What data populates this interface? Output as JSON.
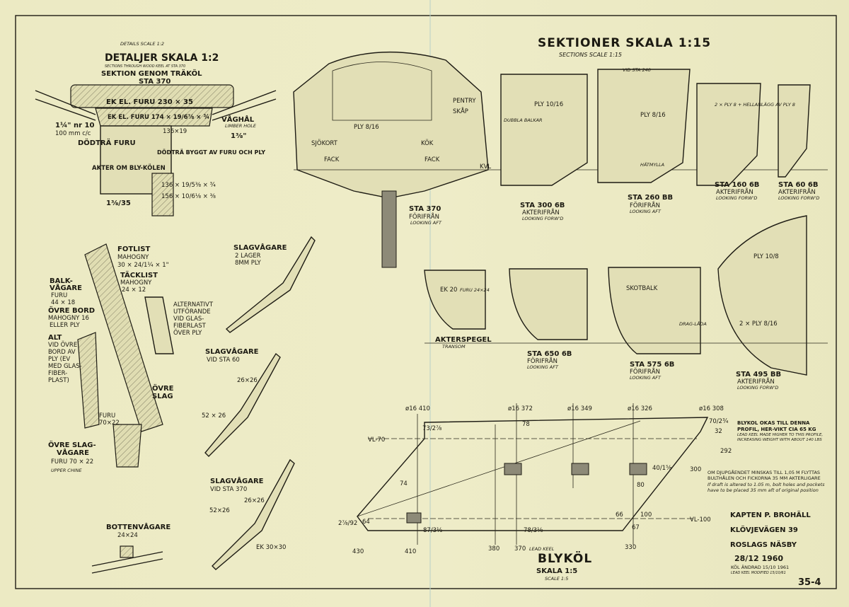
{
  "details": {
    "subtitle_en": "DETAILS  SCALE 1:2",
    "title": "DETALJER SKALA 1:2",
    "note_en": "SECTIONS THROUGH WOOD KEEL AT STA 370",
    "section_title": "SEKTION GENOM TRÄKÖL",
    "station": "STA 370",
    "labels": [
      "EK EL. FURU  230 × 35",
      "EK EL. FURU  174 × 19/6⅞ × ¾",
      "DÖDTRÄ FURU",
      "DÖDTRÄ BYGGT AV FURU OCH PLY",
      "VÅGHÅL",
      "LIMBER HOLE",
      "1¼\" nr 10",
      "100 mm c/c",
      "1⅜\"",
      "AKTER OM BLY-KÖLEN",
      "136 × 19/5⅜ × ¾",
      "156 × 10/6⅛ × ⅜",
      "1⅜/35",
      "136×19"
    ]
  },
  "sections": {
    "title": "SEKTIONER SKALA 1:15",
    "subtitle_en": "SECTIONS SCALE 1:15",
    "stations": [
      {
        "name": "STA 370",
        "view": "FÖRIFRÅN",
        "view_en": "LOOKING AFT"
      },
      {
        "name": "STA 300 6B",
        "view": "AKTERIFRÅN",
        "view_en": "LOOKING FORW'D"
      },
      {
        "name": "STA 260 BB",
        "view": "FÖRIFRÅN",
        "view_en": "LOOKING AFT"
      },
      {
        "name": "STA 160 6B",
        "view": "AKTERIFRÅN",
        "view_en": "LOOKING FORW'D"
      },
      {
        "name": "STA 60 6B",
        "view": "AKTERIFRÅN",
        "view_en": "LOOKING FORW'D"
      },
      {
        "name": "STA 650 6B",
        "view": "FÖRIFRÅN",
        "view_en": "LOOKING AFT"
      },
      {
        "name": "STA 575 6B",
        "view": "FÖRIFRÅN",
        "view_en": "LOOKING AFT"
      },
      {
        "name": "STA 495 BB",
        "view": "AKTERIFRÅN",
        "view_en": "LOOKING FORW'D"
      }
    ],
    "labels": [
      "FACK",
      "FACK",
      "SJÖKORT",
      "KÖK",
      "KVL",
      "PLY 8/16",
      "PLY 10/16",
      "PLY 8/16",
      "DUBBLA BALKAR",
      "HÄTMYLLA",
      "SKÅP",
      "PENTRY",
      "AKTERSPEGEL",
      "TRANSOM",
      "SKOTBALK",
      "DRAG-LÅDA",
      "PLY 10/8",
      "2 × PLY 8/16",
      "EK 20",
      "FURU 24×24",
      "VID STA 240",
      "2 × PLY 8 + HELLANLÄGG AV PLY 8"
    ]
  },
  "rail": {
    "labels": [
      "FOTLIST",
      "MAHOGNY",
      "30 × 24/1¼ × 1\"",
      "TÄCKLIST",
      "MAHOGNY",
      "24 × 12",
      "BALK-",
      "VÅGARE",
      "FURU",
      "44 × 18",
      "ÖVRE BORD",
      "MAHOGNY 16",
      "ELLER PLY",
      "ALT",
      "VID ÖVRE",
      "BORD AV",
      "PLY (EV",
      "MED GLAS-",
      "FIBER-",
      "PLAST)",
      "ÖVRE",
      "SLAG",
      "FURU",
      "70×22",
      "ÖVRE SLAG-",
      "VÅGARE",
      "FURU 70 × 22",
      "UPPER CHINE"
    ]
  },
  "chine": {
    "labels": [
      "SLAGVÅGARE",
      "2 LAGER",
      "8MM PLY",
      "ALTERNATIVT",
      "UTFÖRANDE",
      "VID GLAS-",
      "FIBERLAST",
      "ÖVER PLY",
      "SLAGVÅGARE",
      "VID STA 60",
      "26×26",
      "52 × 26",
      "SLAGVÅGARE",
      "VID STA 370",
      "26×26",
      "52×26",
      "EK 30×30",
      "BOTTENVÅGARE",
      "24×24"
    ]
  },
  "keel": {
    "title": "BLYKÖL",
    "title_en": "LEAD KEEL",
    "scale": "SKALA 1:5",
    "scale_en": "SCALE 1:5",
    "waterlines": [
      "VL-70",
      "VL-100"
    ],
    "stations": [
      "430",
      "410",
      "380",
      "370",
      "330"
    ],
    "bolts": [
      "ø16 410",
      "ø16 372",
      "ø16 349",
      "ø16 326",
      "ø16 308"
    ],
    "dims": [
      "73/2⅞",
      "2⅞/92",
      "74",
      "87/3½",
      "78",
      "78/3⅛",
      "40/1⅝",
      "80",
      "66",
      "67",
      "100",
      "292",
      "300",
      "70/2¾",
      "32",
      "64"
    ]
  },
  "notes": {
    "sv1": "BLYKÖL ÖKAS TILL DENNA PROFIL, HER-VIKT CIA 65 KG",
    "en1": "LEAD KEEL MADE HIGHER TO THIS PROFILE, INCREASING WEIGHT WITH ABOUT 140 LBS",
    "sv2": "OM DJUPGÅENDET MINSKAS TILL 1,05 M FLYTTAS BULTHÅLEN OCH FICKORNA 35 MM AKTERLIGARE",
    "en2": "If draft is altered to 1.05 m, bolt holes and pockets have to be placed 35 mm aft of original position"
  },
  "title_block": {
    "designer": "KAPTEN P. BROHÄLL",
    "street": "KLÖVJEVÄGEN 39",
    "city": "ROSLAGS NÄSBY",
    "date": "28/12 1960",
    "revision": "KÖL ÄNDRAD 15/10 1961",
    "revision_en": "LEAD KEEL MODIFIED 15/10/61",
    "drawing_no": "35-4"
  }
}
